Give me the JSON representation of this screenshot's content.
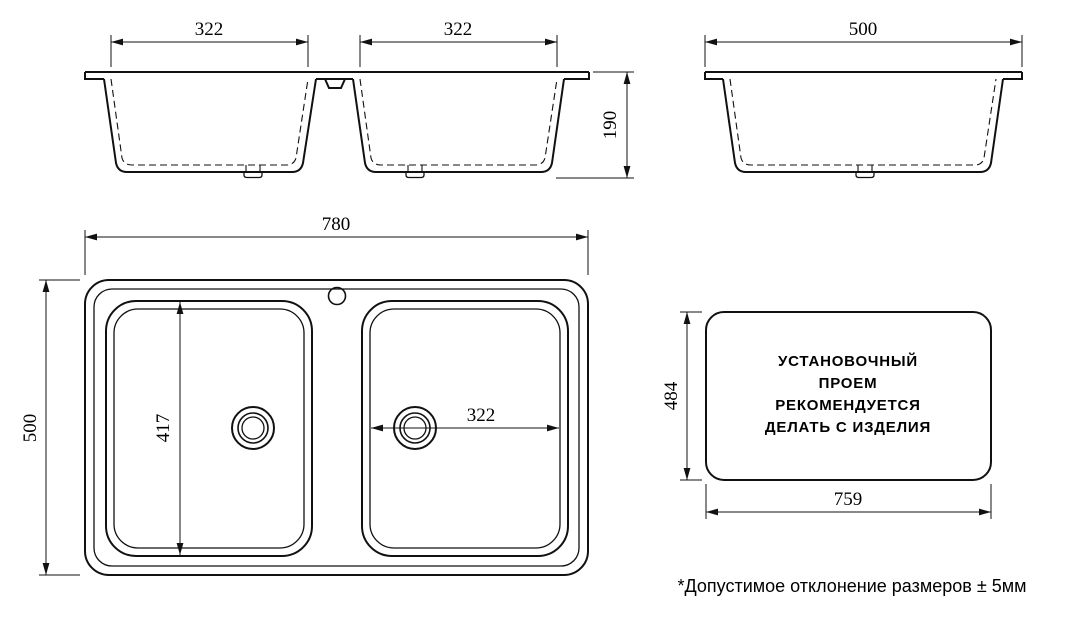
{
  "drawing": {
    "front_view": {
      "dim_left_bowl_width": "322",
      "dim_right_bowl_width": "322",
      "dim_depth": "190"
    },
    "side_view": {
      "dim_width": "500"
    },
    "top_view": {
      "dim_overall_width": "780",
      "dim_overall_depth": "500",
      "dim_bowl_length": "417",
      "dim_bowl_width": "322"
    },
    "cutout_view": {
      "dim_height": "484",
      "dim_width": "759",
      "note_lines": [
        "УСТАНОВОЧНЫЙ",
        "ПРОЕМ",
        "РЕКОМЕНДУЕТСЯ",
        "ДЕЛАТЬ С ИЗДЕЛИЯ"
      ]
    },
    "footnote": "*Допустимое отклонение размеров ± 5мм",
    "line_color": "#111111",
    "background": "#ffffff"
  }
}
